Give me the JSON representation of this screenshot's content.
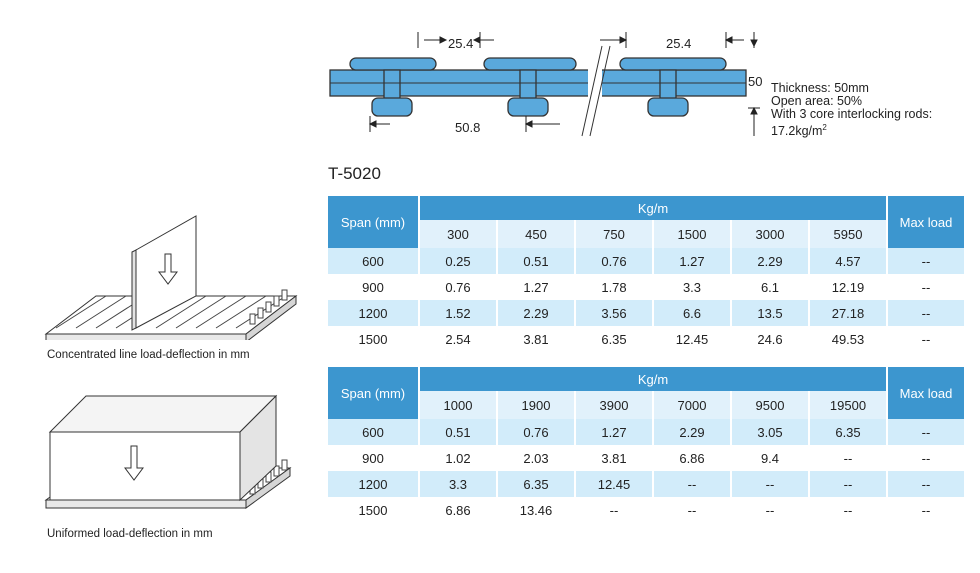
{
  "profile": {
    "dim_top_left": "25.4",
    "dim_top_right": "25.4",
    "dim_height": "50",
    "dim_pitch": "50.8",
    "colors": {
      "grating": "#5aa9dc",
      "outline": "#333333"
    }
  },
  "specs": {
    "thickness": "Thickness: 50mm",
    "open_area": "Open area: 50%",
    "rods_line1": "With 3 core interlocking rods:",
    "rods_weight": "17.2kg/m",
    "rods_unit_sup": "2"
  },
  "model": "T-5020",
  "table1": {
    "span_header": "Span (mm)",
    "kg_header": "Kg/m",
    "max_header": "Max load",
    "loads": [
      "300",
      "450",
      "750",
      "1500",
      "3000",
      "5950"
    ],
    "rows": [
      {
        "span": "600",
        "values": [
          "0.25",
          "0.51",
          "0.76",
          "1.27",
          "2.29",
          "4.57"
        ],
        "max": "--"
      },
      {
        "span": "900",
        "values": [
          "0.76",
          "1.27",
          "1.78",
          "3.3",
          "6.1",
          "12.19"
        ],
        "max": "--"
      },
      {
        "span": "1200",
        "values": [
          "1.52",
          "2.29",
          "3.56",
          "6.6",
          "13.5",
          "27.18"
        ],
        "max": "--"
      },
      {
        "span": "1500",
        "values": [
          "2.54",
          "3.81",
          "6.35",
          "12.45",
          "24.6",
          "49.53"
        ],
        "max": "--"
      }
    ]
  },
  "table2": {
    "span_header": "Span (mm)",
    "kg_header": "Kg/m",
    "max_header": "Max load",
    "loads": [
      "1000",
      "1900",
      "3900",
      "7000",
      "9500",
      "19500"
    ],
    "rows": [
      {
        "span": "600",
        "values": [
          "0.51",
          "0.76",
          "1.27",
          "2.29",
          "3.05",
          "6.35"
        ],
        "max": "--"
      },
      {
        "span": "900",
        "values": [
          "1.02",
          "2.03",
          "3.81",
          "6.86",
          "9.4",
          "--"
        ],
        "max": "--"
      },
      {
        "span": "1200",
        "values": [
          "3.3",
          "6.35",
          "12.45",
          "--",
          "--",
          "--"
        ],
        "max": "--"
      },
      {
        "span": "1500",
        "values": [
          "6.86",
          "13.46",
          "--",
          "--",
          "--",
          "--"
        ],
        "max": "--"
      }
    ]
  },
  "illustrations": {
    "line_load_caption": "Concentrated line load-deflection in mm",
    "uniform_load_caption": "Uniformed load-deflection in mm"
  }
}
